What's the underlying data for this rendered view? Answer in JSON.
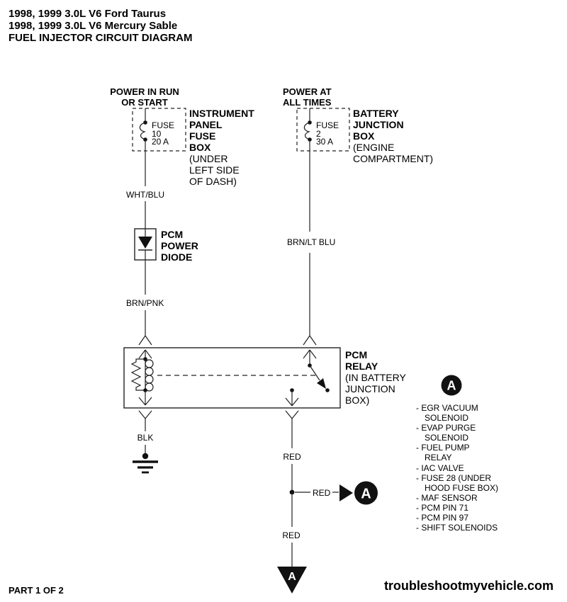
{
  "title": {
    "lines": [
      "1998, 1999 3.0L V6 Ford Taurus",
      "1998, 1999 3.0L V6 Mercury Sable",
      "FUEL INJECTOR CIRCUIT DIAGRAM"
    ]
  },
  "left_circuit": {
    "power_source_line1": "POWER IN RUN",
    "power_source_line2": "OR START",
    "fuse": {
      "label": "FUSE",
      "number": "10",
      "amps": "20 A"
    },
    "fuse_box": {
      "name_lines": [
        "INSTRUMENT",
        "PANEL",
        "FUSE",
        "BOX"
      ],
      "location_lines": [
        "(UNDER",
        "LEFT SIDE",
        "OF DASH)"
      ]
    },
    "wire_upper": "WHT/BLU",
    "diode_name_lines": [
      "PCM",
      "POWER",
      "DIODE"
    ],
    "wire_lower": "BRN/PNK",
    "ground_wire": "BLK"
  },
  "right_circuit": {
    "power_source_line1": "POWER AT",
    "power_source_line2": "ALL TIMES",
    "fuse": {
      "label": "FUSE",
      "number": "2",
      "amps": "30 A"
    },
    "fuse_box": {
      "name_lines": [
        "BATTERY",
        "JUNCTION",
        "BOX"
      ],
      "location_lines": [
        "(ENGINE",
        "COMPARTMENT)"
      ]
    },
    "wire": "BRN/LT BLU"
  },
  "relay": {
    "name_lines": [
      "PCM",
      "RELAY"
    ],
    "location_lines": [
      "(IN BATTERY",
      "JUNCTION",
      "BOX)"
    ]
  },
  "output_circuit": {
    "wire_upper": "RED",
    "branch_wire": "RED",
    "branch_connector_letter": "A",
    "wire_lower": "RED",
    "end_connector_letter": "A"
  },
  "legend": {
    "connector_letter": "A",
    "items": [
      "- EGR VACUUM",
      "SOLENOID",
      "- EVAP PURGE",
      "SOLENOID",
      "- FUEL PUMP",
      "RELAY",
      "- IAC VALVE",
      "- FUSE 28 (UNDER",
      "HOOD FUSE BOX)",
      "- MAF SENSOR",
      "- PCM PIN 71",
      "- PCM PIN 97",
      "- SHIFT SOLENOIDS"
    ]
  },
  "footer": {
    "part": "PART 1 OF 2",
    "website": "troubleshootmyvehicle.com"
  },
  "colors": {
    "line": "#222222",
    "text": "#000000",
    "background": "#ffffff",
    "connector_fill": "#111111"
  }
}
